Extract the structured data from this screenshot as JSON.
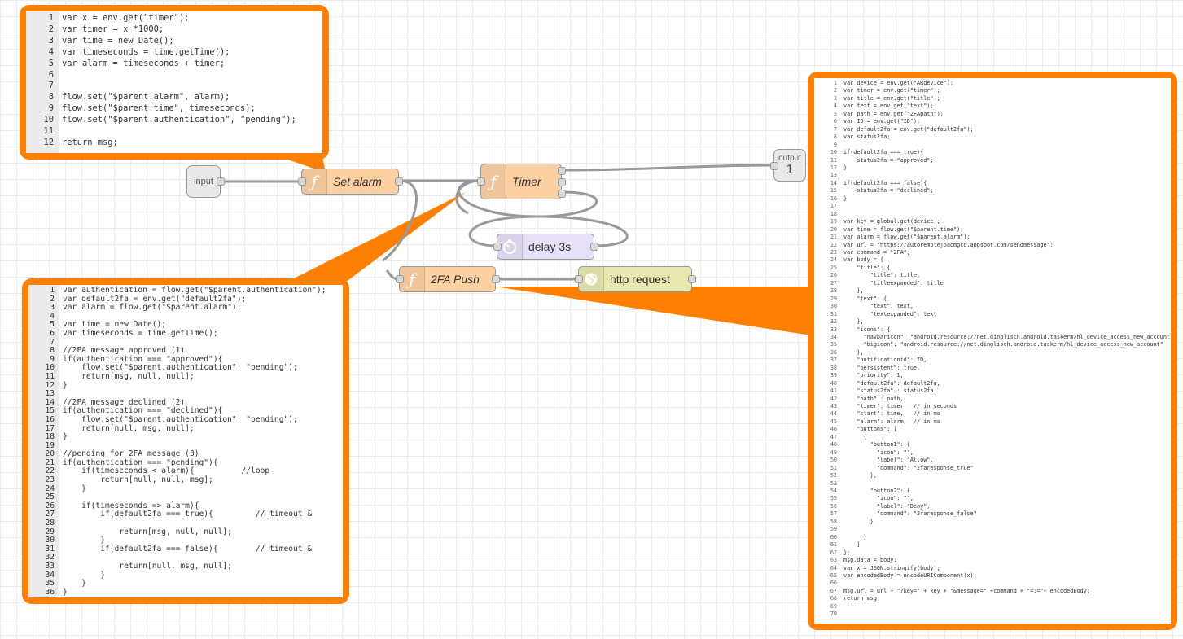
{
  "workspace": {
    "nodes": {
      "input_label": "input",
      "set_alarm_label": "Set alarm",
      "timer_label": "Timer",
      "output_label": "output",
      "output_number": "1",
      "delay_label": "delay 3s",
      "twofa_push_label": "2FA Push",
      "http_request_label": "http request",
      "function_icon": "ƒ"
    }
  },
  "code_set_alarm": [
    "var x = env.get(\"timer\");",
    "var timer = x *1000;",
    "var time = new Date();",
    "var timeseconds = time.getTime();",
    "var alarm = timeseconds + timer;",
    "",
    "",
    "flow.set(\"$parent.alarm\", alarm);",
    "flow.set(\"$parent.time\", timeseconds);",
    "flow.set(\"$parent.authentication\", \"pending\");",
    "",
    "return msg;"
  ],
  "code_timer": [
    "var authentication = flow.get(\"$parent.authentication\");",
    "var default2fa = env.get(\"default2fa\");",
    "var alarm = flow.get(\"$parent.alarm\");",
    "",
    "var time = new Date();",
    "var timeseconds = time.getTime();",
    "",
    "//2FA message approved (1)",
    "if(authentication === \"approved\"){",
    "    flow.set(\"$parent.authentication\", \"pending\");",
    "    return[msg, null, null];",
    "}",
    "",
    "//2FA message declined (2)",
    "if(authentication === \"declined\"){",
    "    flow.set(\"$parent.authentication\", \"pending\");",
    "    return[null, msg, null];",
    "}",
    "",
    "//pending for 2FA message (3)",
    "if(authentication === \"pending\"){",
    "    if(timeseconds < alarm){          //loop",
    "        return[null, null, msg];",
    "    }",
    "",
    "    if(timeseconds => alarm){",
    "        if(default2fa === true){         // timeout &",
    "",
    "            return[msg, null, null];",
    "        }",
    "        if(default2fa === false){        // timeout &",
    "",
    "            return[null, msg, null];",
    "        }",
    "    }",
    "}"
  ],
  "code_2fa_push": [
    "var device = env.get(\"ARdevice\");",
    "var timer = env.get(\"timer\");",
    "var title = env.get(\"title\");",
    "var text = env.get(\"text\");",
    "var path = env.get(\"2FApath\");",
    "var ID = env.get(\"ID\");",
    "var default2fa = env.get(\"default2fa\");",
    "var status2fa;",
    "",
    "if(default2fa === true){",
    "    status2fa = \"approved\";",
    "}",
    "",
    "if(default2fa === false){",
    "    status2fa = \"declined\";",
    "}",
    "",
    "",
    "var key = global.get(device);",
    "var time = flow.get(\"$parent.time\");",
    "var alarm = flow.get(\"$parent.alarm\");",
    "var url = \"https://autoremotejoaomgcd.appspot.com/sendmessage\";",
    "var command = \"2FA\";",
    "var body = {",
    "    \"title\": {",
    "        \"title\": title,",
    "        \"titleexpanded\": title",
    "    },",
    "    \"text\": {",
    "        \"text\": text,",
    "        \"textexpanded\": text",
    "    },",
    "    \"icons\": {",
    "      \"navbaricon\": \"android.resource://net.dinglisch.android.taskerm/hl_device_access_new_account\",",
    "      \"bigicon\": \"android.resource://net.dinglisch.android.taskerm/hl_device_access_new_account\"",
    "    },",
    "    \"notificationid\": ID,",
    "    \"persistent\": true,",
    "    \"priority\": 1,",
    "    \"default2fa\": default2fa,",
    "    \"status2fa\" : status2fa,",
    "    \"path\" : path,",
    "    \"timer\": timer,  // in seconds",
    "    \"start\": time,   // in ms",
    "    \"alarm\": alarm,  // in ms",
    "    \"buttons\": [",
    "      {",
    "        \"button1\": {",
    "          \"icon\": \"\",",
    "          \"label\": \"Allow\",",
    "          \"command\": \"2faresponse_true\"",
    "        },",
    "",
    "        \"button2\": {",
    "          \"icon\": \"\",",
    "          \"label\": \"Deny\",",
    "          \"command\": \"2faresponse_false\"",
    "        }",
    "",
    "      }",
    "    ]",
    "};",
    "msg.data = body;",
    "var x = JSON.stringify(body);",
    "var encodedBody = encodeURIComponent(x);",
    "",
    "msg.url = url + \"?key=\" + key + \"&message=\" +command + \"=:=\"+ encodedBody;",
    "return msg;",
    "",
    ""
  ]
}
